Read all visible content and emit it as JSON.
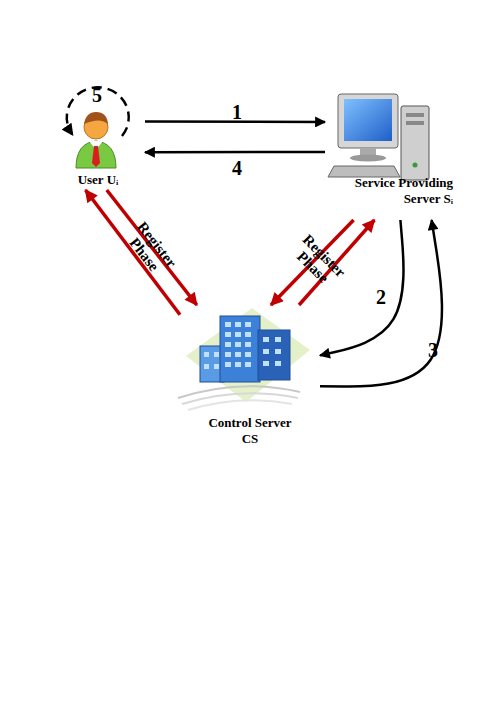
{
  "diagram": {
    "nodes": [
      {
        "text": [
          "User Uᵢ"
        ]
      },
      {
        "text": [
          "Service Providing Server Sᵢ"
        ]
      },
      {
        "text": [
          "Control Server CS"
        ]
      }
    ],
    "edges": [
      {
        "from": 0,
        "to": 1,
        "arrow": "to",
        "label": "1"
      },
      {
        "from": 1,
        "to": 0,
        "arrow": "to",
        "label": "4"
      },
      {
        "from": 0,
        "to": 2,
        "arrow": "to",
        "label": "Register Phase"
      },
      {
        "from": 2,
        "to": 0,
        "arrow": "to"
      },
      {
        "from": 1,
        "to": 2,
        "arrow": "to",
        "label": "Register Phase"
      },
      {
        "from": 2,
        "to": 1,
        "arrow": "to"
      },
      {
        "from": 1,
        "to": 2,
        "arrow": "to",
        "label": "2"
      },
      {
        "from": 2,
        "to": 1,
        "arrow": "to",
        "label": "3"
      }
    ],
    "labels": [
      "5"
    ]
  }
}
